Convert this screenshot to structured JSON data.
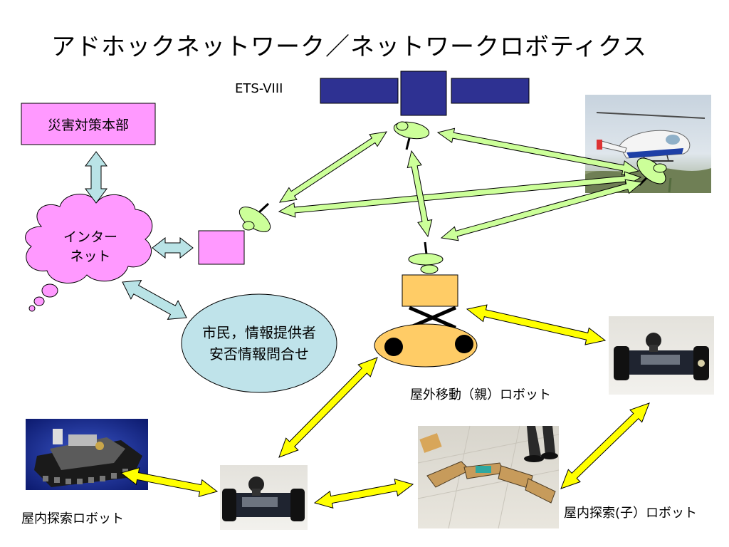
{
  "title": "アドホックネットワーク／ネットワークロボティクス",
  "satellite": {
    "label": "ETS-VIII"
  },
  "hq": {
    "label": "災害対策本部"
  },
  "internet": {
    "line1": "インター",
    "line2": "ネット"
  },
  "citizen": {
    "line1": "市民，情報提供者",
    "line2": "安否情報問合せ"
  },
  "parent_robot": {
    "label": "屋外移動（親）ロボット"
  },
  "indoor_robot": {
    "label": "屋内探索ロボット"
  },
  "child_robot": {
    "label": "屋内探索(子）ロボット"
  },
  "colors": {
    "hq_fill": "#ff99ff",
    "internet_fill": "#ff99ff",
    "gateway_fill": "#ff99ff",
    "citizen_fill": "#bfe3ea",
    "satellite_fill": "#2e3192",
    "antenna_fill": "#ccff99",
    "robot_body": "#ffcc66",
    "robot_wheel": "#000000",
    "arrow_green": "#ccff99",
    "arrow_teal": "#b9e3e6",
    "arrow_yellow": "#ffff00"
  }
}
